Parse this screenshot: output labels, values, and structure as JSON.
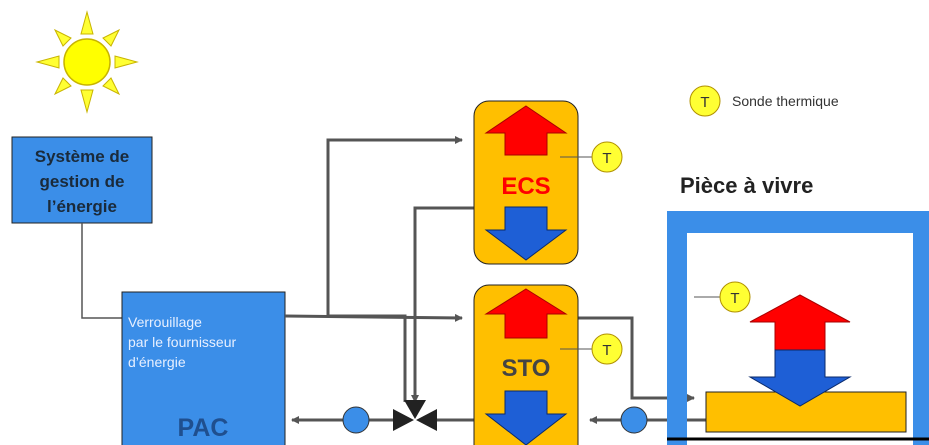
{
  "energy_system": {
    "line1": "Système de",
    "line2": "gestion de",
    "line3": "l’énergie"
  },
  "heat_pump": {
    "lock_line1": "Verrouillage",
    "lock_line2": "par le fournisseur",
    "lock_line3": "d’énergie",
    "label": "PAC"
  },
  "tanks": {
    "ecs": "ECS",
    "sto": "STO"
  },
  "room": {
    "title": "Pièce à vivre"
  },
  "legend": {
    "symbol": "T",
    "label": "Sonde thermique"
  },
  "sensor_symbol": "T",
  "colors": {
    "blue_box": "#3b8ee8",
    "tank": "#ffbf00",
    "hot": "#ff0000",
    "cold": "#1e5fd6",
    "sensor": "#ffff33",
    "sun": "#ffff00",
    "pipe": "#555555"
  }
}
